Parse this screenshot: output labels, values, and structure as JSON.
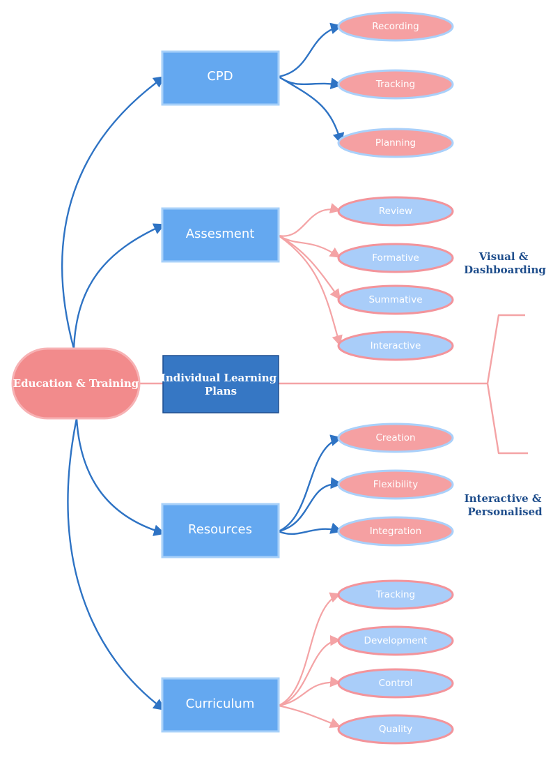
{
  "colors": {
    "blue_line": "#2e73c4",
    "pink_line": "#f4a3a5",
    "box_fill": "#64a8f0",
    "box_stroke": "#a7d0f9",
    "ilp_fill": "#3677c4",
    "ilp_stroke": "#1f4f8f",
    "root_fill": "#f28b8c",
    "root_stroke": "#f7b2b4",
    "pink_leaf_fill": "#f5a0a2",
    "pink_leaf_stroke": "#a9d0fa",
    "blue_leaf_fill": "#a9cdf9",
    "blue_leaf_stroke": "#f3949b",
    "side_label": "#1f4e8c"
  },
  "root": {
    "label": "Education & Training"
  },
  "branches": [
    {
      "label": "CPD",
      "children": [
        "Recording",
        "Tracking",
        "Planning"
      ]
    },
    {
      "label": "Assesment",
      "children": [
        "Review",
        "Formative",
        "Summative",
        "Interactive"
      ]
    },
    {
      "label": "Resources",
      "children": [
        "Creation",
        "Flexibility",
        "Integration"
      ]
    },
    {
      "label": "Curriculum",
      "children": [
        "Tracking",
        "Development",
        "Control",
        "Quality"
      ]
    }
  ],
  "ilp": {
    "line1": "Individual Learning",
    "line2": "Plans"
  },
  "side_labels": {
    "top_line1": "Visual &",
    "top_line2": "Dashboarding",
    "bottom_line1": "Interactive &",
    "bottom_line2": "Personalised"
  }
}
